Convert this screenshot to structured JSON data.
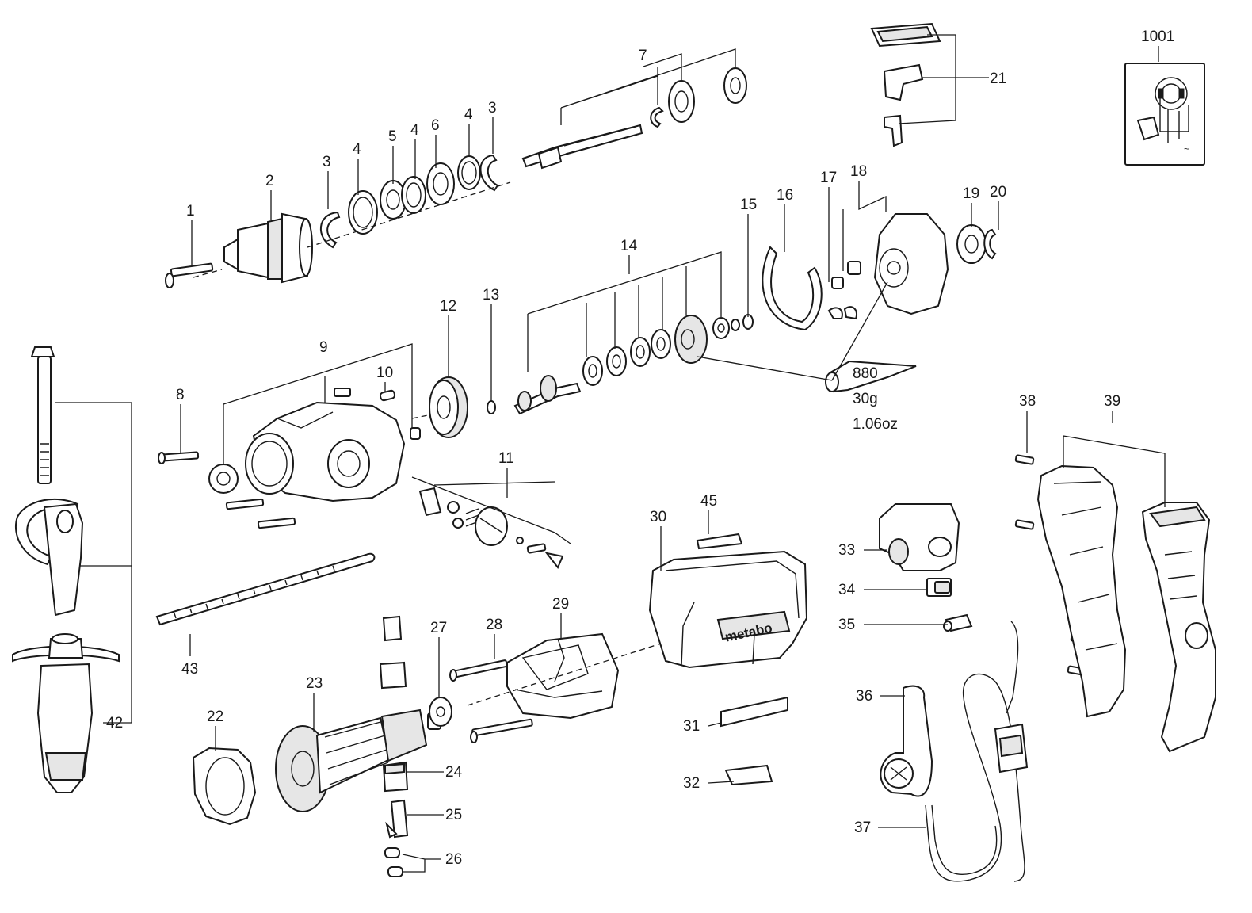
{
  "labels": {
    "p1": "1",
    "p2": "2",
    "p3a": "3",
    "p3b": "3",
    "p4a": "4",
    "p5": "5",
    "p4b": "4",
    "p6": "6",
    "p4c": "4",
    "p7": "7",
    "p8": "8",
    "p9": "9",
    "p10": "10",
    "p11": "11",
    "p12": "12",
    "p13": "13",
    "p14": "14",
    "p15": "15",
    "p16": "16",
    "p17": "17",
    "p18": "18",
    "p19": "19",
    "p20": "20",
    "p21": "21",
    "p22": "22",
    "p23": "23",
    "p24": "24",
    "p25": "25",
    "p26": "26",
    "p27": "27",
    "p28": "28",
    "p29": "29",
    "p30": "30",
    "p31": "31",
    "p32": "32",
    "p33": "33",
    "p34": "34",
    "p35": "35",
    "p36": "36",
    "p37": "37",
    "p38": "38",
    "p39": "39",
    "p42": "42",
    "p43": "43",
    "p45": "45",
    "p1001": "1001"
  },
  "grease": {
    "code": "880",
    "weight_g": "30g",
    "weight_oz": "1.06oz"
  },
  "housing_brand": "metabo",
  "colors": {
    "line": "#1a1a1a",
    "fill": "#ffffff",
    "shade": "#e6e6e6"
  }
}
